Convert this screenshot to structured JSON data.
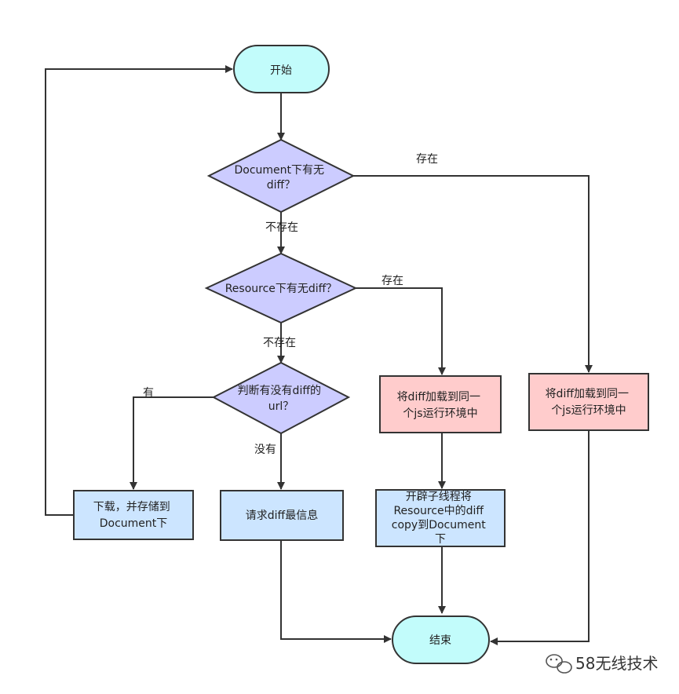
{
  "nodes": {
    "start": "开始",
    "decision_document": [
      "Document下有无",
      "diff？"
    ],
    "decision_resource": [
      "Resource下有无diff？"
    ],
    "decision_url": [
      "判断有没有diff的",
      "url？"
    ],
    "load_right": [
      "将diff加载到同一",
      "个js运行环境中"
    ],
    "load_middle": [
      "将diff加载到同一",
      "个js运行环境中"
    ],
    "download_store": [
      "下载，并存储到",
      "Document下"
    ],
    "request_info": [
      "请求diff最信息"
    ],
    "thread_copy": [
      "开辟子线程将",
      "Resource中的diff",
      "copy到Document",
      "下"
    ],
    "end": "结束"
  },
  "edge_labels": {
    "doc_exists": "存在",
    "doc_not_exists": "不存在",
    "res_exists": "存在",
    "res_not_exists": "不存在",
    "url_has": "有",
    "url_none": "没有"
  },
  "watermark": {
    "text": "58无线技术",
    "icon": "wechat-logo-icon"
  },
  "colors": {
    "terminal_fill": "#c2fcfb",
    "decision_fill": "#ccccff",
    "action_pink_fill": "#ffcccc",
    "action_blue_fill": "#cce5ff",
    "stroke": "#333333"
  }
}
